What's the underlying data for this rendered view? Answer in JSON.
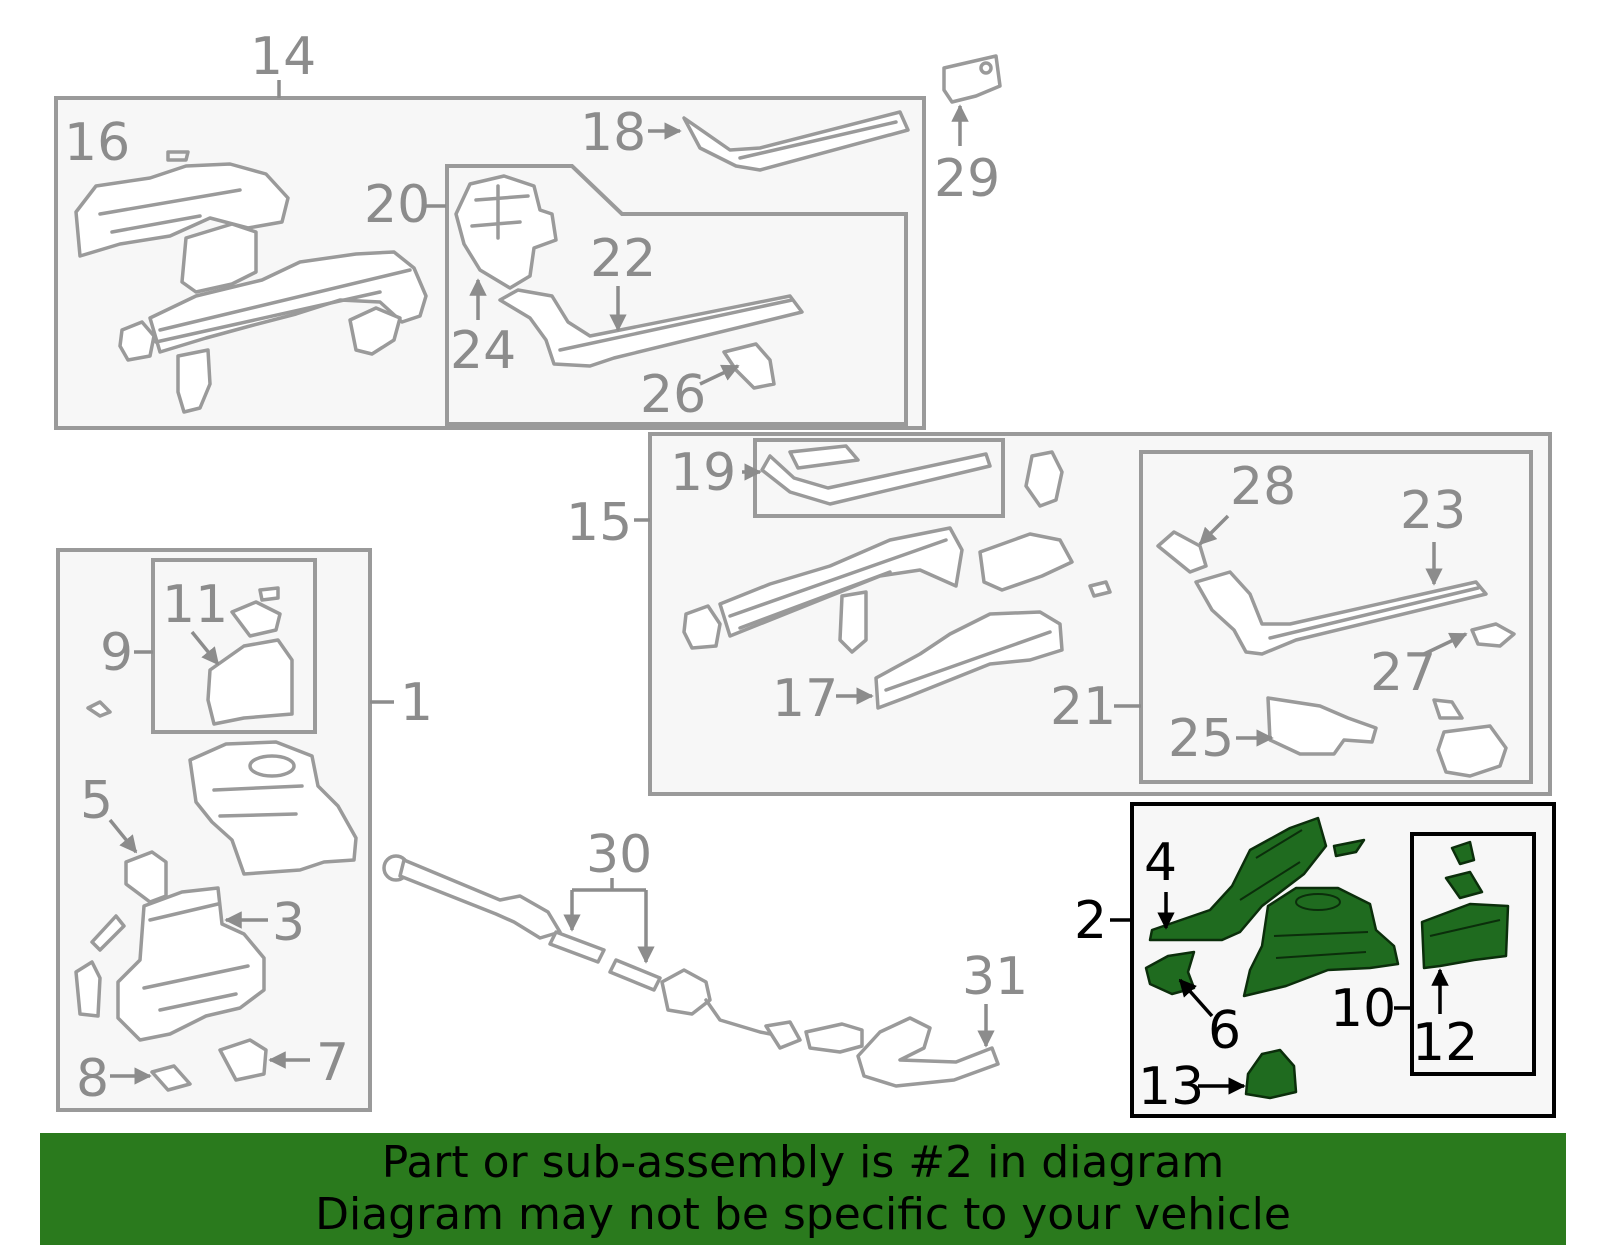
{
  "callouts": {
    "c1": "1",
    "c2": "2",
    "c3": "3",
    "c4": "4",
    "c5": "5",
    "c6": "6",
    "c7": "7",
    "c8": "8",
    "c9": "9",
    "c10": "10",
    "c11": "11",
    "c12": "12",
    "c13": "13",
    "c14": "14",
    "c15": "15",
    "c16": "16",
    "c17": "17",
    "c18": "18",
    "c19": "19",
    "c20": "20",
    "c21": "21",
    "c22": "22",
    "c23": "23",
    "c24": "24",
    "c25": "25",
    "c26": "26",
    "c27": "27",
    "c28": "28",
    "c29": "29",
    "c30": "30",
    "c31": "31"
  },
  "banner": {
    "line1": "Part or sub-assembly is #2 in diagram",
    "line2": "Diagram may not be specific to your vehicle"
  },
  "colors": {
    "highlight": "#1f6b1f",
    "banner": "#2a7a1d",
    "outline": "#9a9a9a",
    "label_gray": "#8c8c8c"
  },
  "highlighted_part": "2"
}
